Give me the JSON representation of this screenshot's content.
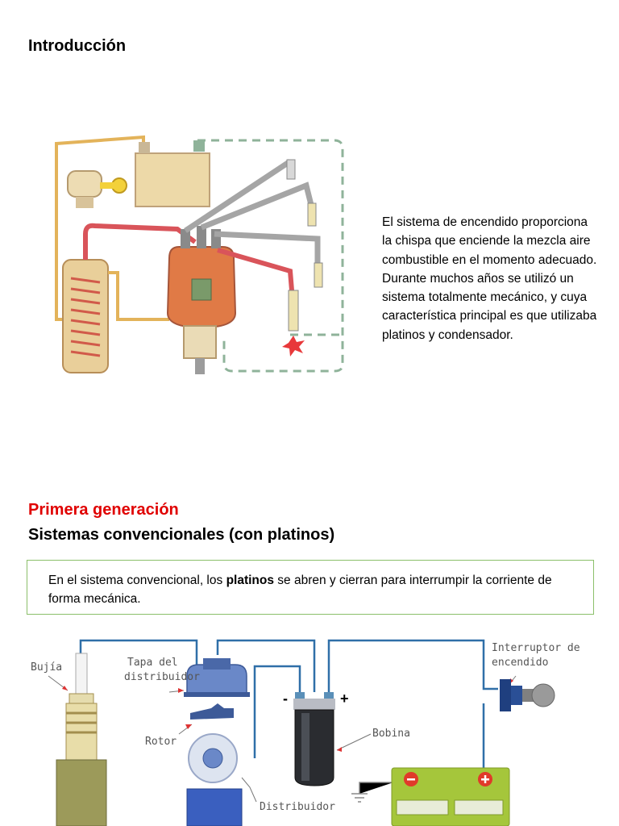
{
  "intro": {
    "title": "Introducción",
    "paragraph1": "El sistema de encendido proporciona la chispa que enciende la mezcla aire combustible en el momento adecuado.",
    "paragraph2": "Durante muchos años se utilizó un sistema totalmente mecánico, y cuya característica principal es que utilizaba platinos y condensador."
  },
  "section": {
    "generation_title": "Primera generación",
    "subtitle": "Sistemas convencionales (con platinos)",
    "box_text_before": "En el sistema convencional, los ",
    "box_text_bold": "platinos",
    "box_text_after": " se abren y cierran para interrumpir la corriente de forma mecánica."
  },
  "diagram": {
    "labels": {
      "bujia": "Bujía",
      "tapa_line1": "Tapa del",
      "tapa_line2": "distribuidor",
      "rotor": "Rotor",
      "distribuidor": "Distribuidor",
      "bobina": "Bobina",
      "interruptor_line1": "Interruptor de",
      "interruptor_line2": "encendido",
      "minus": "-",
      "plus": "+"
    }
  },
  "colors": {
    "heading_red": "#e00000",
    "box_border": "#8bbf6a",
    "wire_blue": "#2f6fa8",
    "battery_green": "#a5c63b"
  }
}
